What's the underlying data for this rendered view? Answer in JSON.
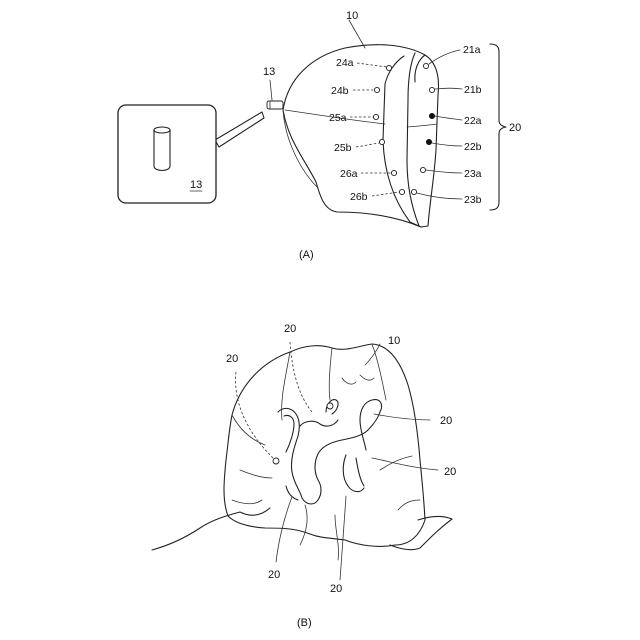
{
  "figure_a": {
    "caption": "(A)",
    "labels": {
      "hood": "10",
      "sensor": "13",
      "detail_sensor": "13",
      "group": "20",
      "l24a": "24a",
      "l24b": "24b",
      "l25a": "25a",
      "l25b": "25b",
      "l26a": "26a",
      "l26b": "26b",
      "r21a": "21a",
      "r21b": "21b",
      "r22a": "22a",
      "r22b": "22b",
      "r23a": "23a",
      "r23b": "23b"
    }
  },
  "figure_b": {
    "caption": "(B)",
    "labels": {
      "hood": "10",
      "top_left": "20",
      "top_mid": "20",
      "right_upper": "20",
      "right_lower": "20",
      "bottom_left": "20",
      "bottom_right": "20"
    }
  }
}
